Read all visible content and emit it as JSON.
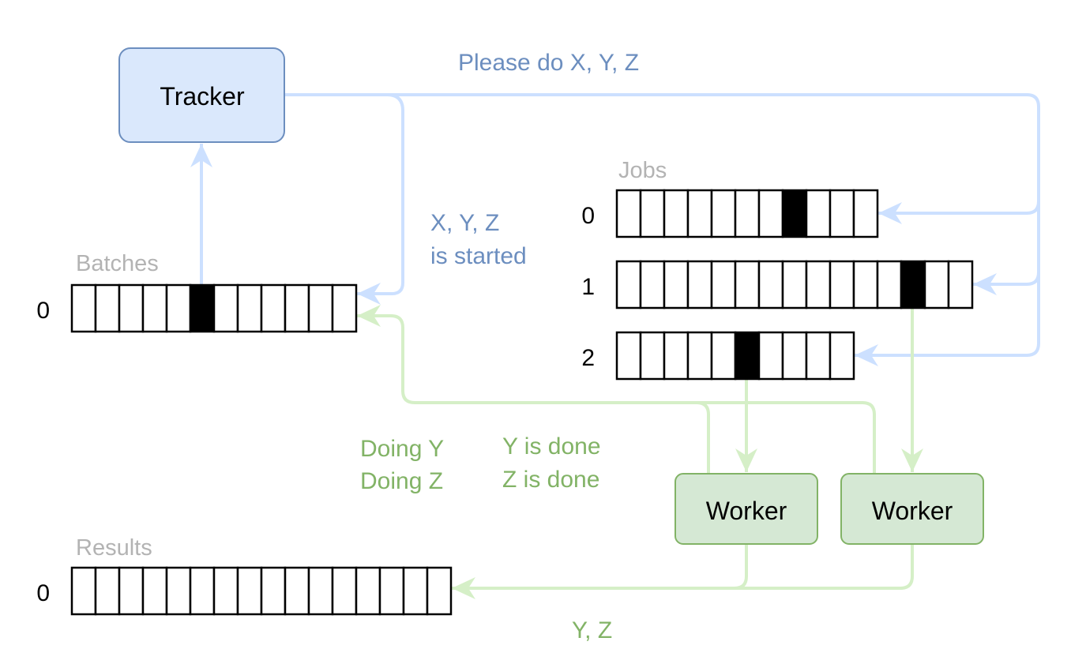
{
  "colors": {
    "blue_line": "#cce0ff",
    "blue_text": "#6c8ebf",
    "green_line": "#d5efc7",
    "green_text": "#82b366",
    "gray_text": "#b3b3b3",
    "tracker_fill": "#dae8fc",
    "tracker_stroke": "#6c8ebf",
    "worker_fill": "#d5e8d4",
    "worker_stroke": "#82b366"
  },
  "tracker": {
    "label": "Tracker"
  },
  "workers": [
    {
      "label": "Worker"
    },
    {
      "label": "Worker"
    }
  ],
  "labels": {
    "jobs": "Jobs",
    "batches": "Batches",
    "results": "Results"
  },
  "messages": {
    "please_do": "Please do X, Y, Z",
    "started_1": "X, Y, Z",
    "started_2": "is started",
    "doing_1": "Doing Y",
    "doing_2": "Doing Z",
    "done_1": "Y is done",
    "done_2": "Z is done",
    "results": "Y, Z"
  },
  "queues": {
    "batches": [
      {
        "index": "0",
        "cells": 12,
        "filled": 5
      }
    ],
    "jobs": [
      {
        "index": "0",
        "cells": 11,
        "filled": 7
      },
      {
        "index": "1",
        "cells": 15,
        "filled": 12
      },
      {
        "index": "2",
        "cells": 10,
        "filled": 5
      }
    ],
    "results": [
      {
        "index": "0",
        "cells": 16,
        "filled": -1
      }
    ]
  }
}
